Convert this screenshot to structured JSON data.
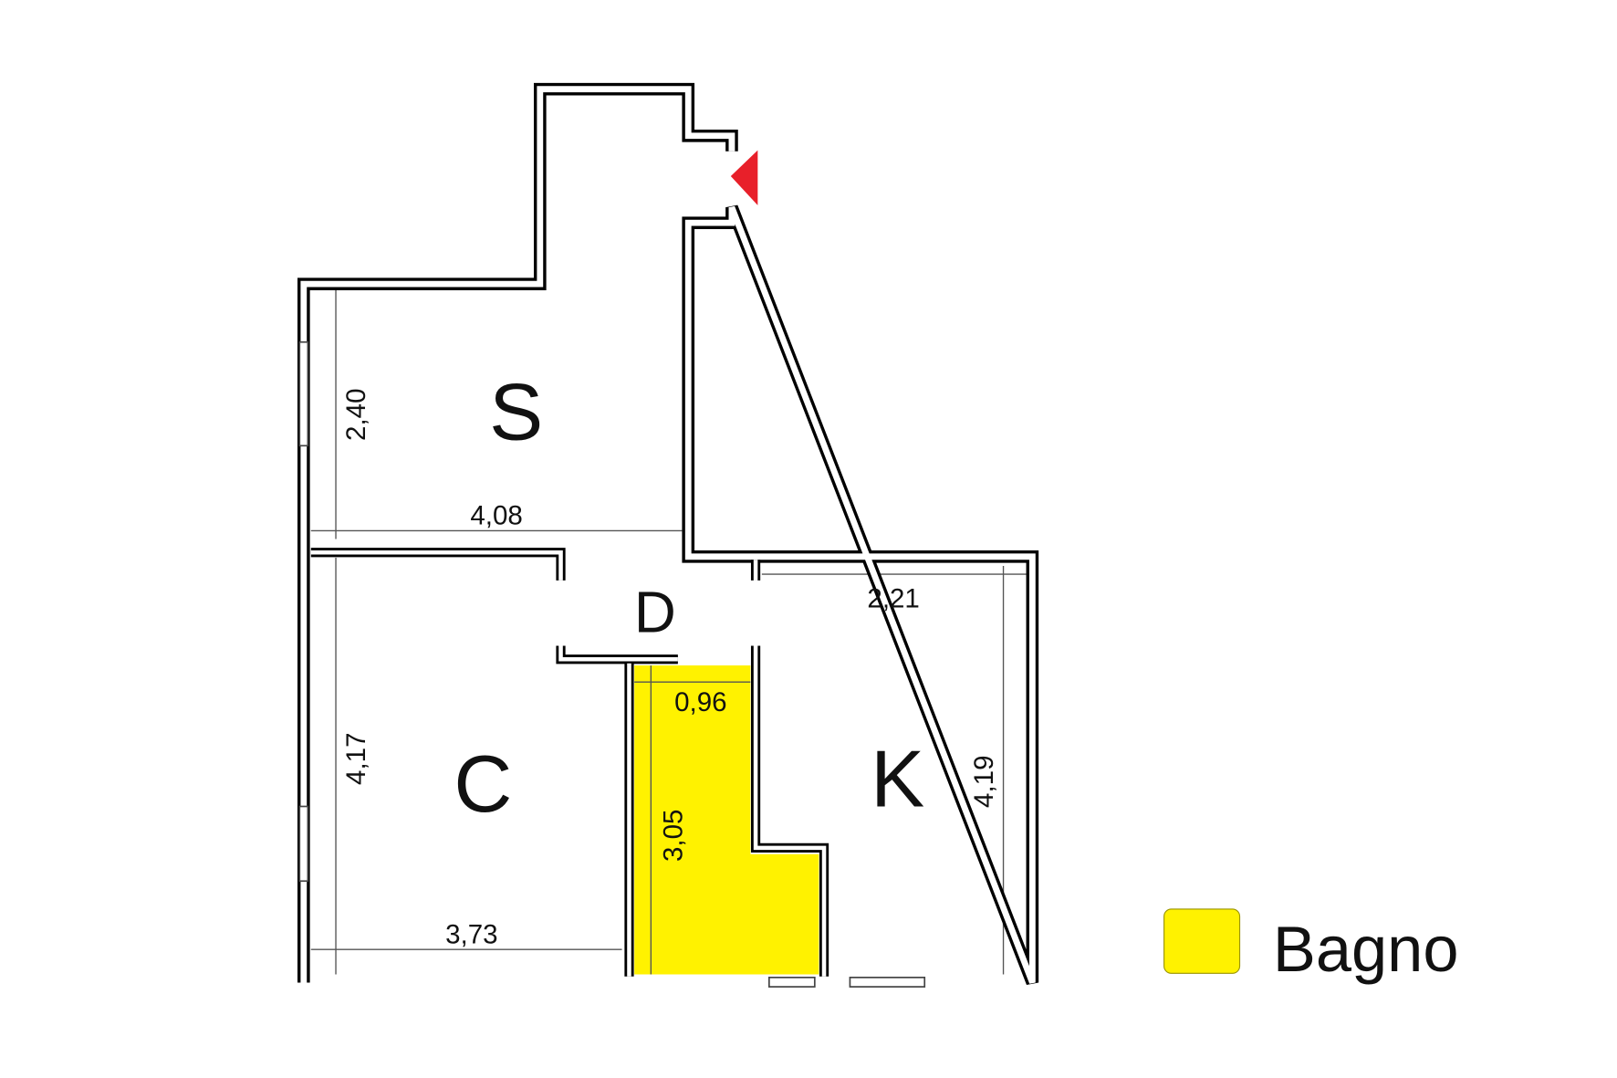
{
  "rooms": {
    "S": "S",
    "C": "C",
    "D": "D",
    "K": "K"
  },
  "dimensions": {
    "s_height": "2,40",
    "s_width": "4,08",
    "c_height": "4,17",
    "c_width": "3,73",
    "k_width": "2,21",
    "k_height": "4,19",
    "bath_width": "0,96",
    "bath_height": "3,05"
  },
  "legend": {
    "label": "Bagno",
    "color": "#FFF200"
  },
  "entrance_color": "#E8202A"
}
